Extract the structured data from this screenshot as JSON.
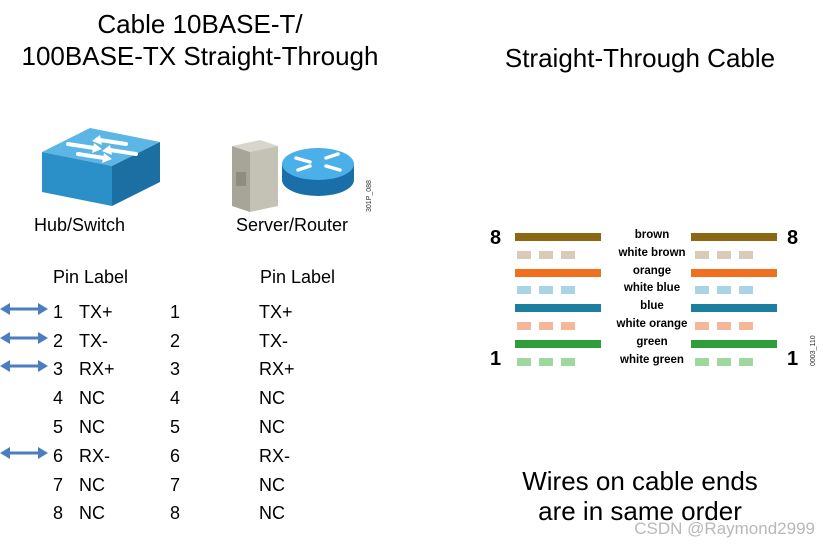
{
  "left_title_line1": "Cable 10BASE-T/",
  "left_title_line2": "100BASE-TX Straight-Through",
  "right_title": "Straight-Through Cable",
  "device_left": "Hub/Switch",
  "device_right": "Server/Router",
  "figure_code_left": "301P_088",
  "figure_code_right": "0003_110",
  "pin_header_left": "Pin Label",
  "pin_header_right": "Pin Label",
  "pins": [
    {
      "pin": "1",
      "label": "TX+",
      "right_pin": "1",
      "right_label": "TX+",
      "arrow": true
    },
    {
      "pin": "2",
      "label": "TX-",
      "right_pin": "2",
      "right_label": "TX-",
      "arrow": true
    },
    {
      "pin": "3",
      "label": "RX+",
      "right_pin": "3",
      "right_label": "RX+",
      "arrow": true
    },
    {
      "pin": "4",
      "label": "NC",
      "right_pin": "4",
      "right_label": "NC",
      "arrow": false
    },
    {
      "pin": "5",
      "label": "NC",
      "right_pin": "5",
      "right_label": "NC",
      "arrow": false
    },
    {
      "pin": "6",
      "label": "RX-",
      "right_pin": "6",
      "right_label": "RX-",
      "arrow": true
    },
    {
      "pin": "7",
      "label": "NC",
      "right_pin": "7",
      "right_label": "NC",
      "arrow": false
    },
    {
      "pin": "8",
      "label": "NC",
      "right_pin": "8",
      "right_label": "NC",
      "arrow": false
    }
  ],
  "wires": [
    {
      "name": "brown",
      "color": "#8B6914",
      "striped": false
    },
    {
      "name": "white brown",
      "color": "#D9CBB8",
      "striped": true
    },
    {
      "name": "orange",
      "color": "#F07020",
      "striped": false
    },
    {
      "name": "white blue",
      "color": "#A8D4E6",
      "striped": true
    },
    {
      "name": "blue",
      "color": "#1B7FA0",
      "striped": false
    },
    {
      "name": "white orange",
      "color": "#F4B898",
      "striped": true
    },
    {
      "name": "green",
      "color": "#2E9E3A",
      "striped": false
    },
    {
      "name": "white green",
      "color": "#9ED89E",
      "striped": true
    }
  ],
  "end_top_left": "8",
  "end_top_right": "8",
  "end_bottom_left": "1",
  "end_bottom_right": "1",
  "caption_line1": "Wires on cable ends",
  "caption_line2": "are in same order",
  "watermark": "CSDN @Raymond2999",
  "colors": {
    "arrow": "#4A7EC0",
    "switch_blue": "#2B8FC8",
    "router_blue": "#2E8FD0",
    "server_gray": "#B8B6A8"
  }
}
